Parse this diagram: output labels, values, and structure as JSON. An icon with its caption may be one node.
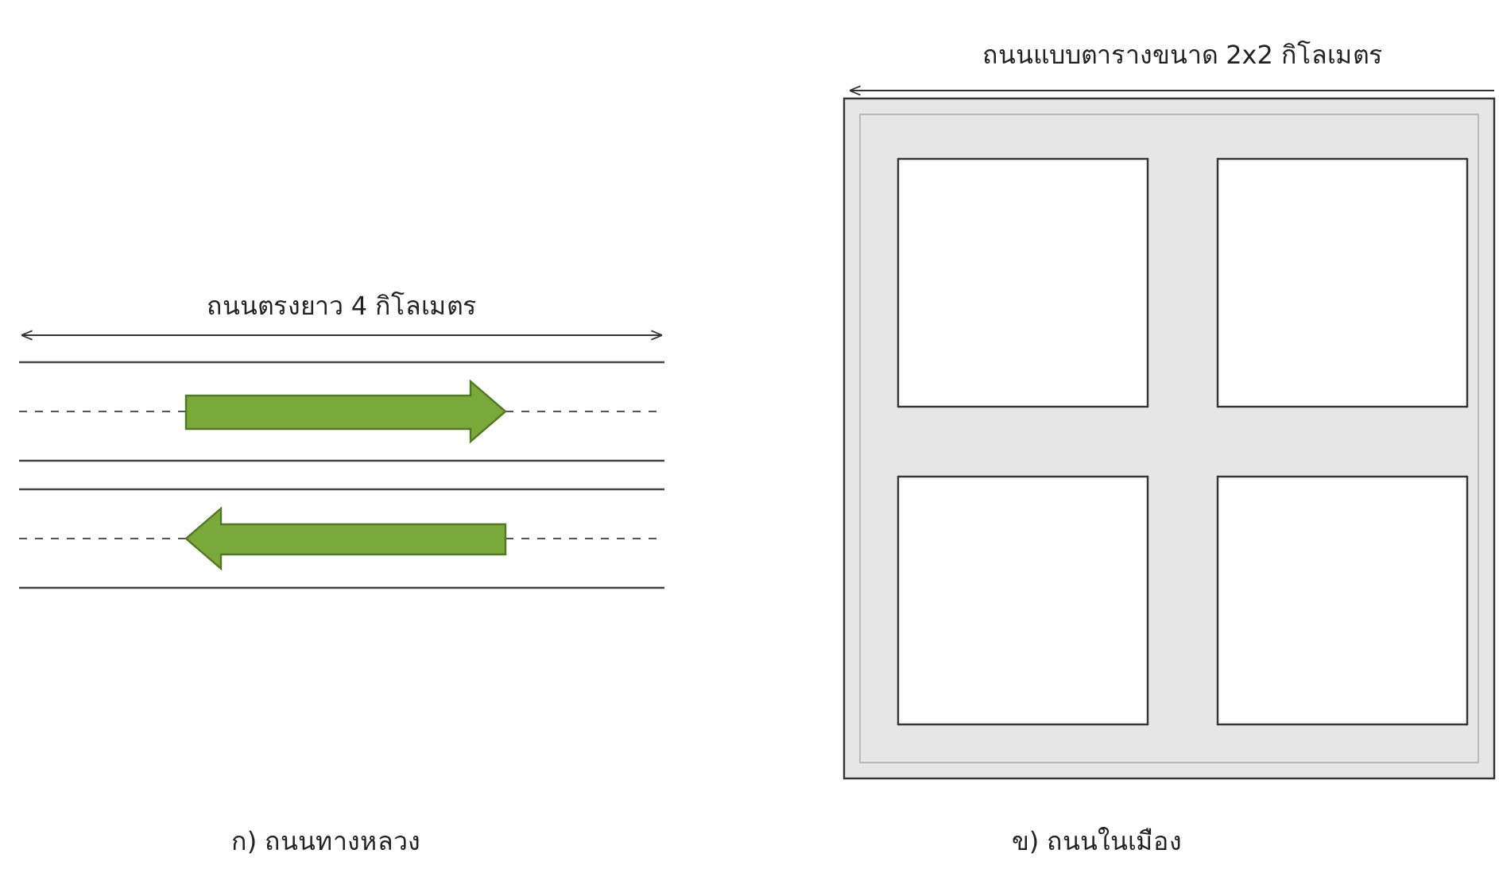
{
  "diagram": {
    "labels": [
      "ถนนตรงยาว 4 กิโลเมตร",
      "ถนนแบบตารางขนาด 2x2 กิโลเมตร",
      "ก) ถนนทางหลวง",
      "ข) ถนนในเมือง"
    ]
  }
}
